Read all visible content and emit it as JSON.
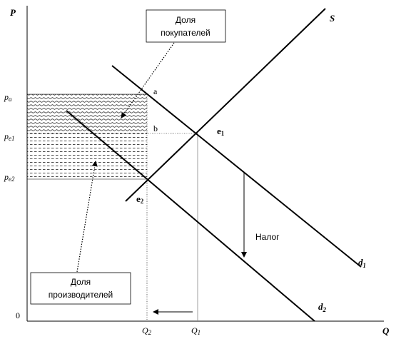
{
  "axes": {
    "y_label": "P",
    "x_label": "Q",
    "origin": "0"
  },
  "price_labels": {
    "pa": "p",
    "pa_sub": "a",
    "pe1": "p",
    "pe1_sub": "e1",
    "pe2": "p",
    "pe2_sub": "e2"
  },
  "qty_labels": {
    "q2": "Q",
    "q2_sub": "2",
    "q1": "Q",
    "q1_sub": "1"
  },
  "curves": {
    "supply": "S",
    "demand1": "d",
    "demand1_sub": "1",
    "demand2": "d",
    "demand2_sub": "2"
  },
  "points": {
    "a": "a",
    "b": "b",
    "e1": "e",
    "e1_sub": "1",
    "e2": "e",
    "e2_sub": "2"
  },
  "tax_label": "Налог",
  "buyers_box": {
    "line1": "Доля",
    "line2": "покупателей"
  },
  "producers_box": {
    "line1": "Доля",
    "line2": "производителей"
  }
}
